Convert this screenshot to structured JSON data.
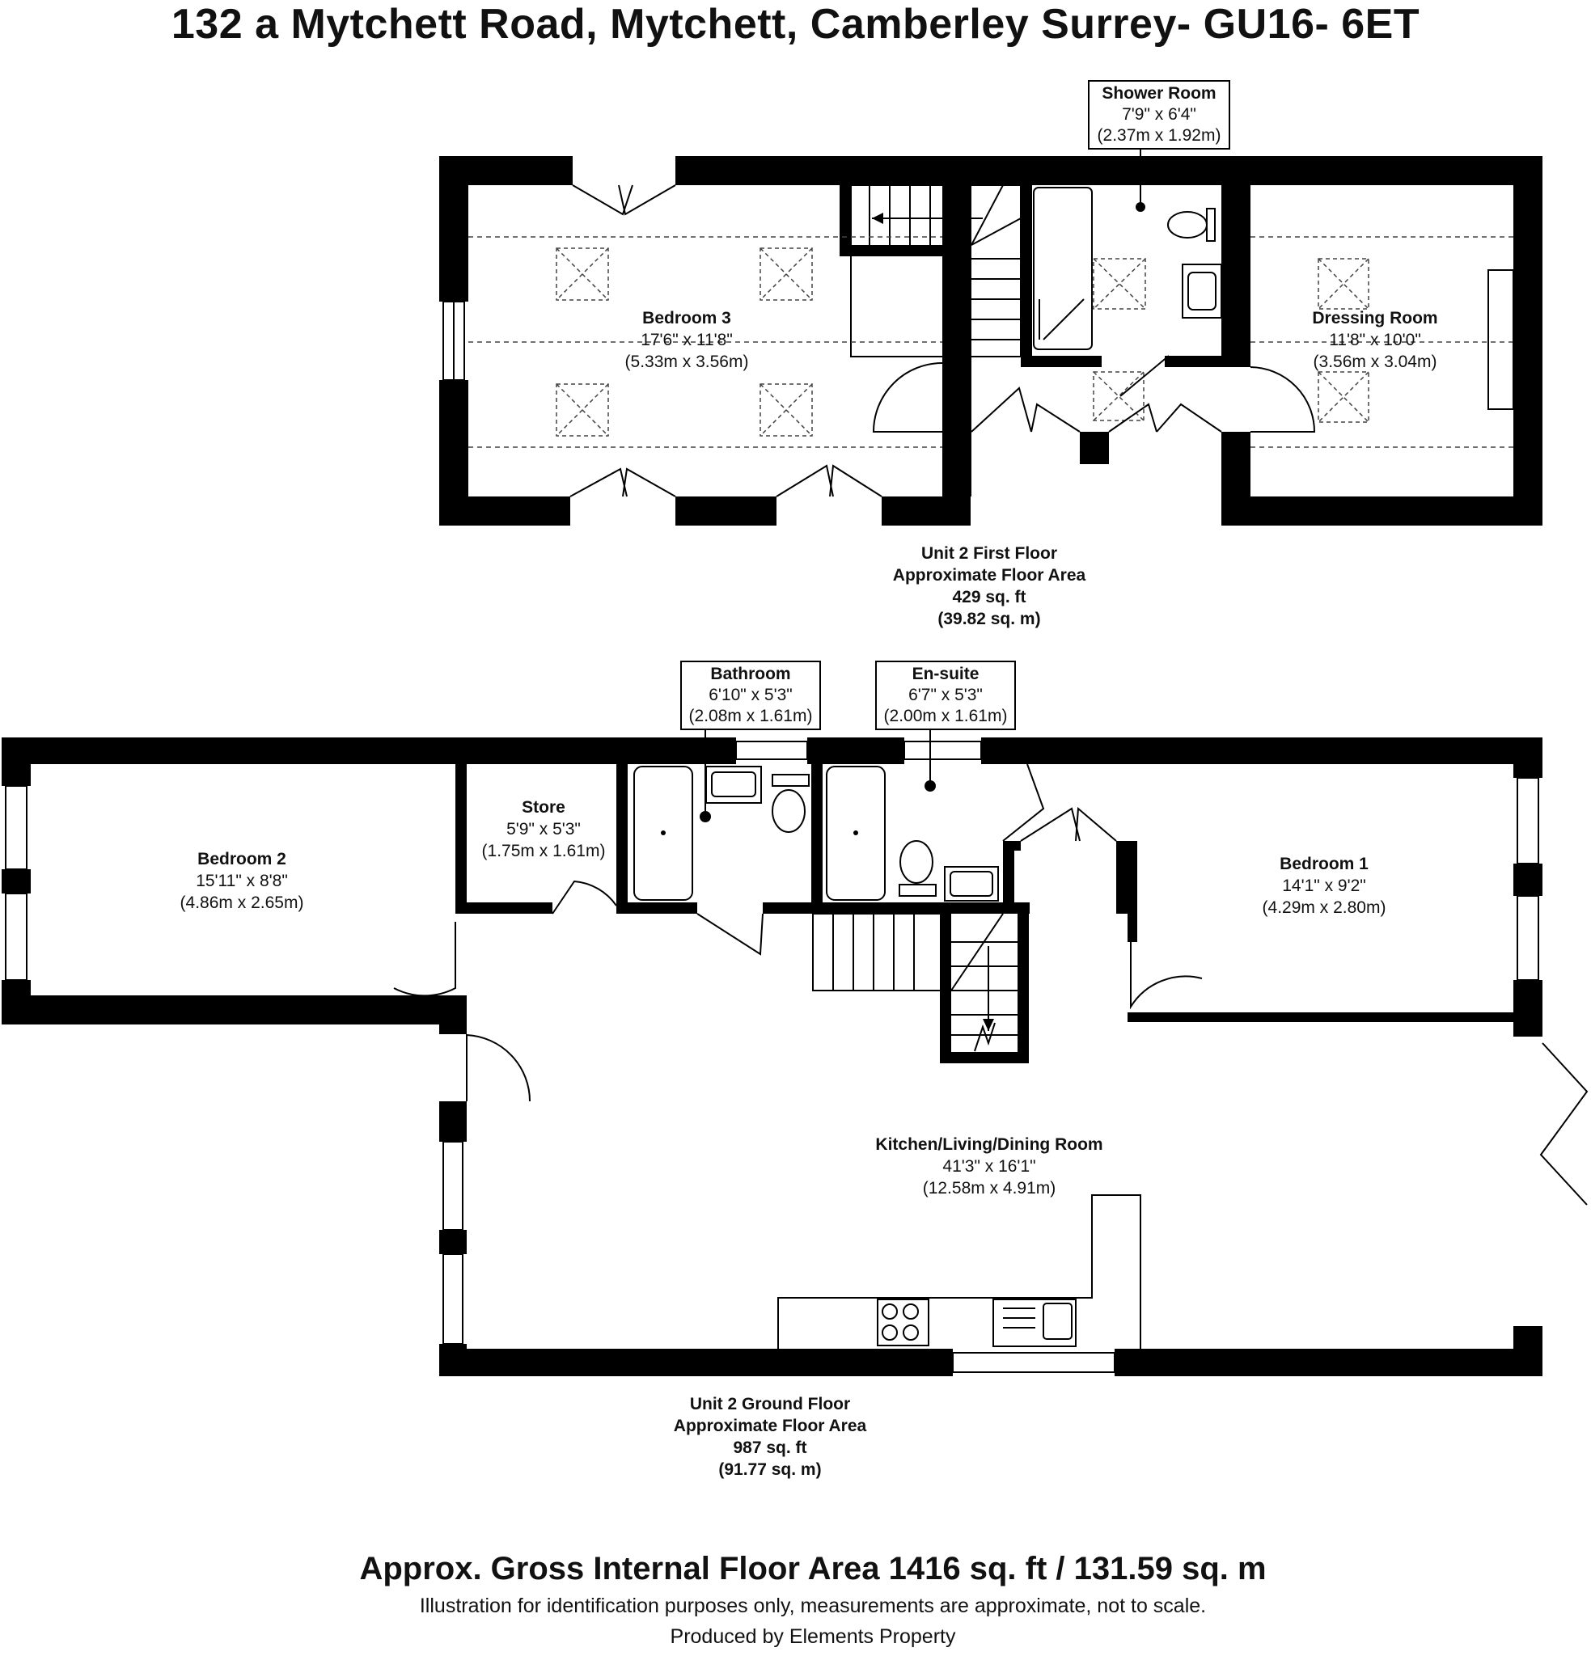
{
  "header": {
    "title": "132 a Mytchett Road, Mytchett, Camberley Surrey- GU16- 6ET"
  },
  "first_floor": {
    "rooms": [
      {
        "name": "Shower Room",
        "imperial": "7'9\" x 6'4\"",
        "metric": "(2.37m x 1.92m)"
      },
      {
        "name": "Bedroom 3",
        "imperial": "17'6\" x 11'8\"",
        "metric": "(5.33m x 3.56m)"
      },
      {
        "name": "Dressing Room",
        "imperial": "11'8\" x 10'0\"",
        "metric": "(3.56m x 3.04m)"
      }
    ],
    "area": {
      "line1": "Unit 2 First Floor",
      "line2": "Approximate Floor Area",
      "line3": "429 sq. ft",
      "line4": "(39.82 sq. m)"
    }
  },
  "ground_floor": {
    "rooms": [
      {
        "name": "Bathroom",
        "imperial": "6'10\" x 5'3\"",
        "metric": "(2.08m x 1.61m)"
      },
      {
        "name": "En-suite",
        "imperial": "6'7\" x 5'3\"",
        "metric": "(2.00m x 1.61m)"
      },
      {
        "name": "Store",
        "imperial": "5'9\" x 5'3\"",
        "metric": "(1.75m x 1.61m)"
      },
      {
        "name": "Bedroom 2",
        "imperial": "15'11\" x 8'8\"",
        "metric": "(4.86m x 2.65m)"
      },
      {
        "name": "Bedroom 1",
        "imperial": "14'1\" x 9'2\"",
        "metric": "(4.29m x 2.80m)"
      },
      {
        "name": "Kitchen/Living/Dining Room",
        "imperial": "41'3\" x 16'1\"",
        "metric": "(12.58m x 4.91m)"
      }
    ],
    "area": {
      "line1": "Unit 2 Ground Floor",
      "line2": "Approximate Floor Area",
      "line3": "987 sq. ft",
      "line4": "(91.77 sq. m)"
    }
  },
  "footer": {
    "gross_area": "Approx. Gross Internal Floor Area 1416 sq. ft / 131.59 sq. m",
    "disclaimer": "Illustration for identification purposes only, measurements are approximate, not to scale.",
    "producer": "Produced by Elements Property"
  }
}
